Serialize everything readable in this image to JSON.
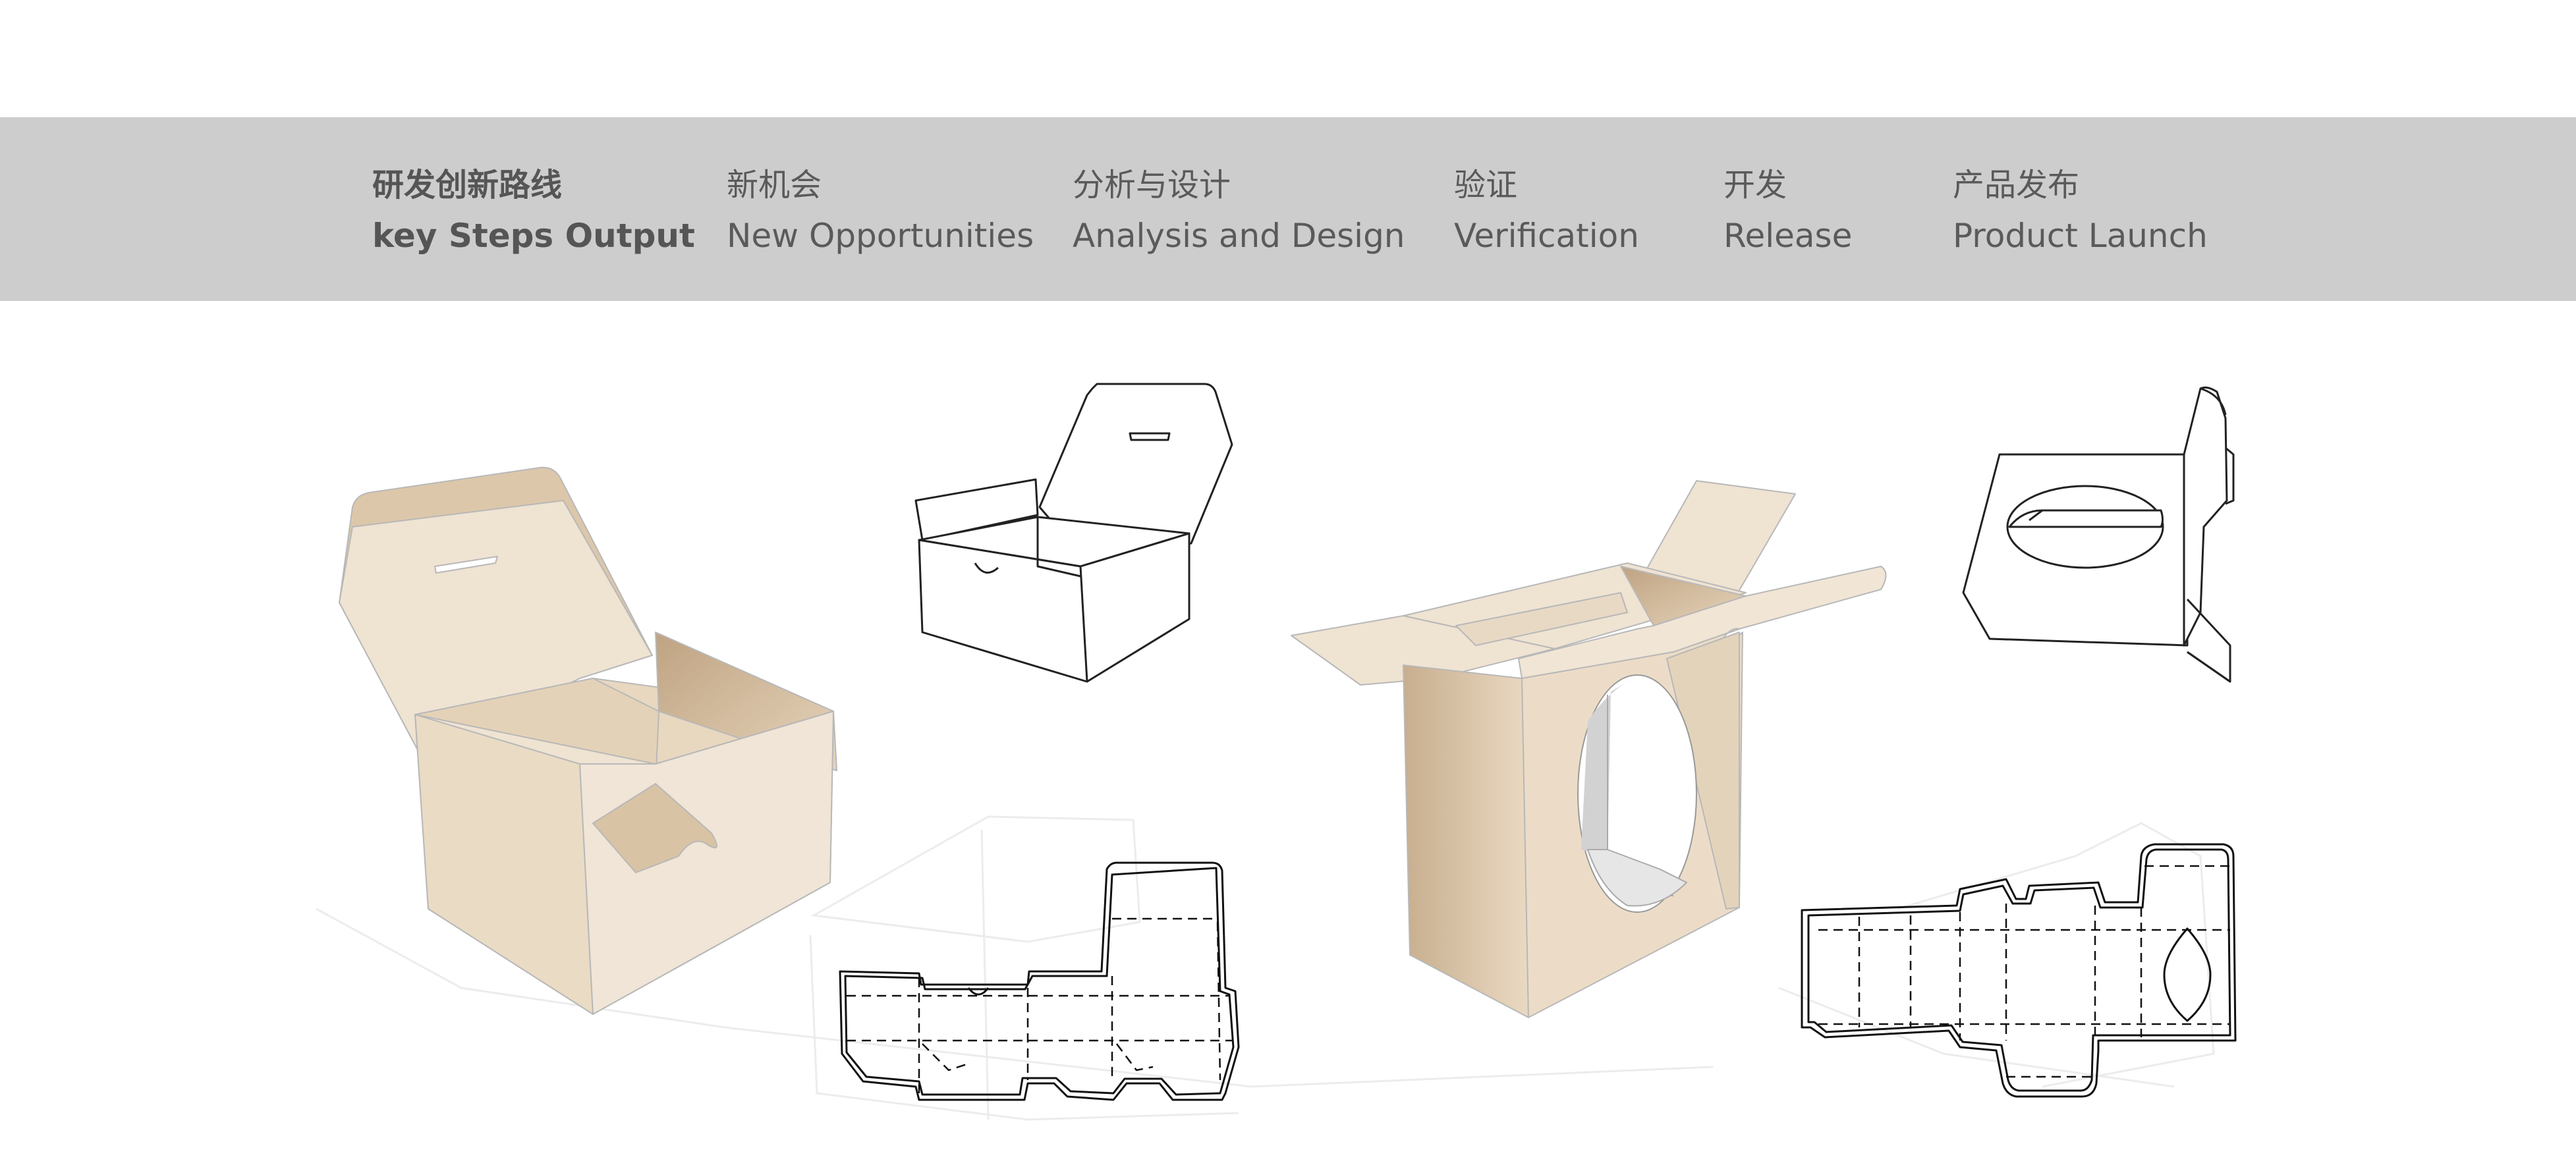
{
  "header": {
    "steps": [
      {
        "cn": "研发创新路线",
        "en": "key Steps Output"
      },
      {
        "cn": "新机会",
        "en": "New Opportunities"
      },
      {
        "cn": "分析与设计",
        "en": "Analysis and Design"
      },
      {
        "cn": "验证",
        "en": "Verification"
      },
      {
        "cn": "开发",
        "en": "Release"
      },
      {
        "cn": "产品发布",
        "en": "Product Launch"
      }
    ]
  },
  "illustrations": [
    {
      "name": "kraft-box-open-lid",
      "style": "shaded"
    },
    {
      "name": "box-outline-open-lid",
      "style": "line"
    },
    {
      "name": "box-dieline-flat",
      "style": "line"
    },
    {
      "name": "kraft-box-window",
      "style": "shaded"
    },
    {
      "name": "tissue-box-outline",
      "style": "line"
    },
    {
      "name": "tissue-box-dieline-flat",
      "style": "line"
    }
  ],
  "colors": {
    "band": "#cdcdcd",
    "text": "#5a5a5a",
    "kraft_light": "#efe3d2",
    "kraft_mid": "#e2d0b8",
    "kraft_dark": "#c7ae8e",
    "outline": "#222222"
  }
}
